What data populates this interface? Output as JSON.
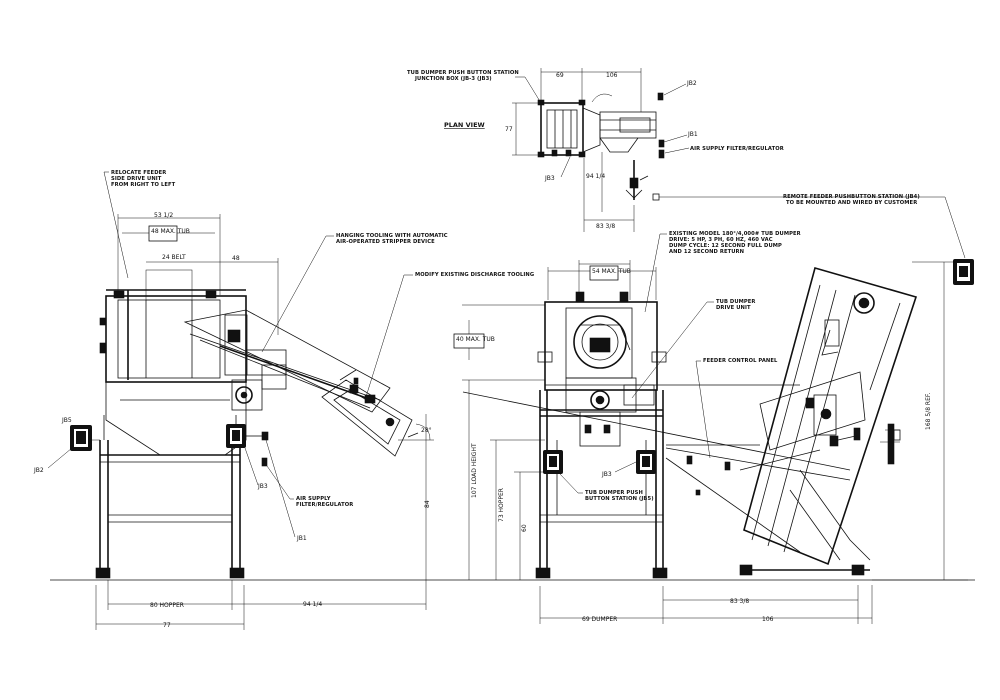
{
  "plan_view": {
    "title": "PLAN VIEW",
    "pb_station_label": [
      "TUB DUMPER PUSH BUTTON STATION",
      "JUNCTION BOX (JB-3 (JB3)"
    ],
    "air_supply_label": "AIR SUPPLY FILTER/REGULATOR",
    "remote_station_label": [
      "REMOTE FEEDER PUSHBUTTON STATION (JB4)",
      "TO BE MOUNTED AND WIRED BY CUSTOMER"
    ],
    "dims": {
      "d69": "69",
      "d106": "106",
      "d77": "77",
      "d94": "94 1/4",
      "d83": "83 3/8"
    },
    "tags": {
      "jb2": "JB2",
      "jb1": "JB1",
      "jb3": "JB3"
    }
  },
  "side_view": {
    "relocate_label": [
      "RELOCATE FEEDER",
      "SIDE DRIVE UNIT",
      "FROM RIGHT TO LEFT"
    ],
    "hanging_label": [
      "HANGING TOOLING WITH AUTOMATIC",
      "AIR-OPERATED STRIPPER DEVICE"
    ],
    "modify_label": "MODIFY EXISTING DISCHARGE TOOLING",
    "air_supply_label": [
      "AIR SUPPLY",
      "FILTER/REGULATOR"
    ],
    "dims": {
      "d53": "53 1/2",
      "d48max": "48 MAX. TUB",
      "d24": "24 BELT",
      "d48": "48",
      "d28": "28°",
      "d84": "84",
      "d80": "80 HOPPER",
      "d94": "94 1/4",
      "d77": "77"
    },
    "tags": {
      "jb5": "JB5",
      "jb2": "JB2",
      "jb3": "JB3",
      "jb1": "JB1"
    }
  },
  "front_view": {
    "existing_label": [
      "EXISTING MODEL 180°/4,000# TUB DUMPER",
      "DRIVE: 5 HP, 3 PH, 60 HZ, 460 VAC",
      "DUMP CYCLE: 12 SECOND FULL DUMP",
      "AND 12 SECOND RETURN"
    ],
    "drive_label": [
      "TUB DUMPER",
      "DRIVE UNIT"
    ],
    "feeder_panel_label": "FEEDER CONTROL PANEL",
    "pb_station_label": [
      "TUB DUMPER PUSH",
      "BUTTON STATION (JB5)"
    ],
    "dims": {
      "d54": "54 MAX. TUB",
      "d40": "40 MAX. TUB",
      "d107": "107 LOAD HEIGHT",
      "d73": "73 HOPPER",
      "d60": "60",
      "d69": "69 DUMPER",
      "d83": "83 3/8",
      "d106": "106",
      "d168": "168 5/8 REF."
    },
    "tags": {
      "jb3": "JB3"
    }
  }
}
